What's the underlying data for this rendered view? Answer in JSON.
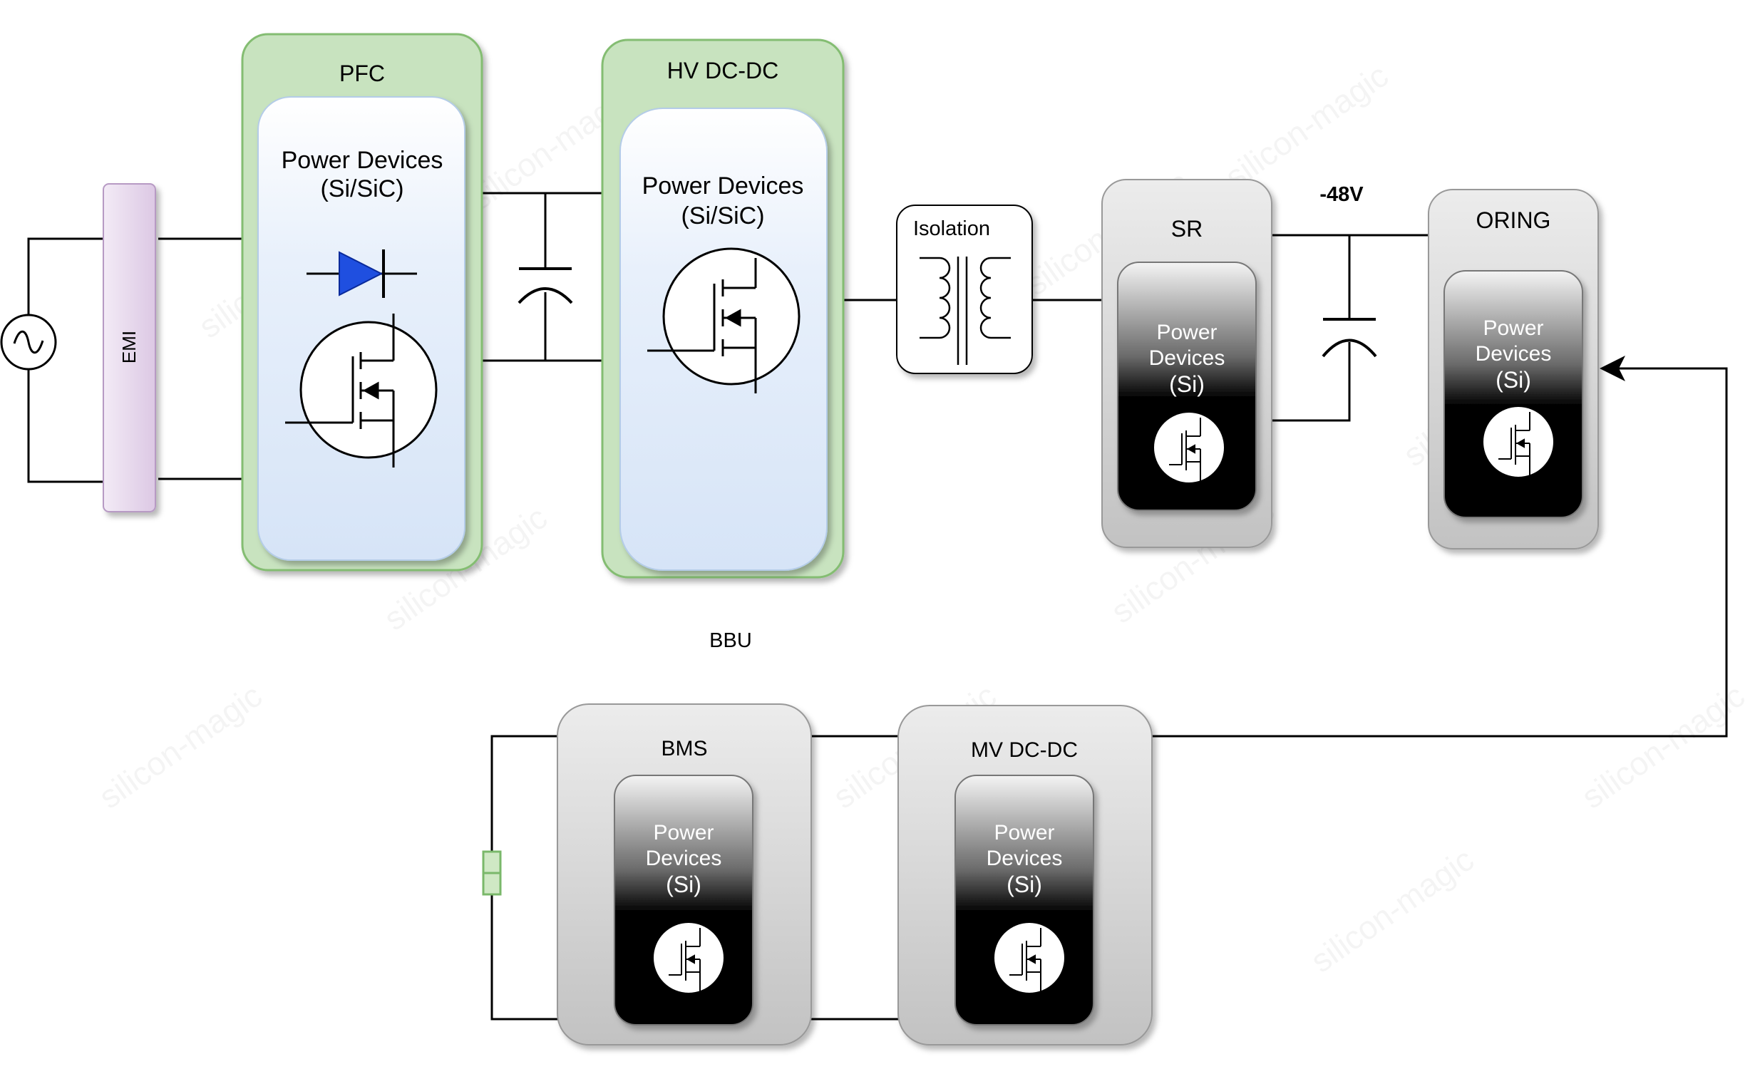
{
  "watermark": "silicon-magic",
  "colors": {
    "green_block": "#c9e4c0",
    "green_border": "#7ab86a",
    "blue_inner": "#dce8f8",
    "gray_block": "#d6d6d6",
    "dark_inner": "#000000",
    "emi_purple": "#e4d4ea",
    "diode_blue": "#1f4fe0",
    "battery_green": "#cfe8c4"
  },
  "labels": {
    "emi": "EMI",
    "pfc": "PFC",
    "pfc_devices_line1": "Power Devices",
    "pfc_devices_line2": "(Si/SiC)",
    "hv": "HV DC-DC",
    "hv_devices_line1": "Power Devices",
    "hv_devices_line2": "(Si/SiC)",
    "isolation": "Isolation",
    "sr": "SR",
    "voltage": "-48V",
    "oring": "ORING",
    "bbu": "BBU",
    "bms": "BMS",
    "mv": "MV DC-DC",
    "si_line1": "Power",
    "si_line2": "Devices",
    "si_line3": "(Si)"
  }
}
